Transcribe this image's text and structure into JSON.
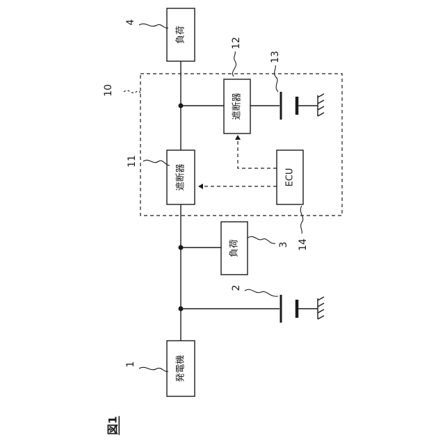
{
  "figure": {
    "title": "図1"
  },
  "labels": {
    "generator": "発電機",
    "load": "負荷",
    "breaker": "遮断器",
    "ecu": "ECU"
  },
  "refs": {
    "generator": "1",
    "battery_main": "2",
    "load_3": "3",
    "load_4": "4",
    "module": "10",
    "breaker_11": "11",
    "breaker_12": "12",
    "battery_sub": "13",
    "ecu": "14"
  }
}
